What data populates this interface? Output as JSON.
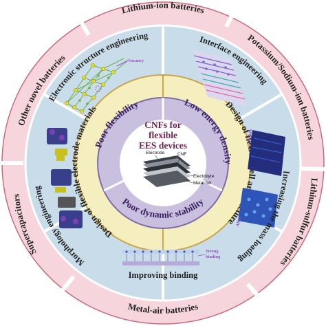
{
  "center": {
    "title_lines": [
      "CNFs for",
      "flexible",
      "EES devices"
    ],
    "device_labels": {
      "electrode": "Electrode",
      "cnf": "CNF",
      "electrolyte": "Electrolyte",
      "metal_foil": "Metal foil"
    }
  },
  "challenges": {
    "poor_flexibility": "Poor flexibility",
    "low_energy_density": "Low energy density",
    "poor_dynamic_stability": "Poor dynamic stability"
  },
  "designs": {
    "electrode_materials": "Design of flexible electrode materials",
    "cell_architecture": "Design of flexible cell architecture"
  },
  "strategies": {
    "electronic_structure": "Electronic structure engineering",
    "interface": "Interface engineering",
    "mass_loading": "Increasing the mass loading",
    "binding": "Improving binding",
    "morphology": "Morphology engineering"
  },
  "annotations": {
    "vacancy": "Vacancy",
    "strong_binding_line1": "Strong",
    "strong_binding_line2": "binding",
    "before": "Before",
    "after": "After"
  },
  "applications": {
    "lithium_ion": "Lithium-ion batteries",
    "potassium_sodium": "Potassium/Sodium-ion batteries",
    "lithium_sulfur": "Lithium-sulfur batteries",
    "metal_air": "Metal-air batteries",
    "supercapacitors": "Supercapacitors",
    "other_novel": "Other novel batteries"
  },
  "colors": {
    "outer_ring": "#f6d6dc",
    "outer_ring_border": "#c66a82",
    "strategy_ring": "#c9dce9",
    "design_ring": "#f5efbf",
    "design_ring_border": "#c9a64a",
    "challenge_ring": "#c9c0e0",
    "challenge_ring_border": "#7f6aa8",
    "center": "#ffffff",
    "title_text": "#7a1f4c",
    "challenge_text": "#3a1f5f",
    "accent_purple": "#9a4fc4"
  }
}
